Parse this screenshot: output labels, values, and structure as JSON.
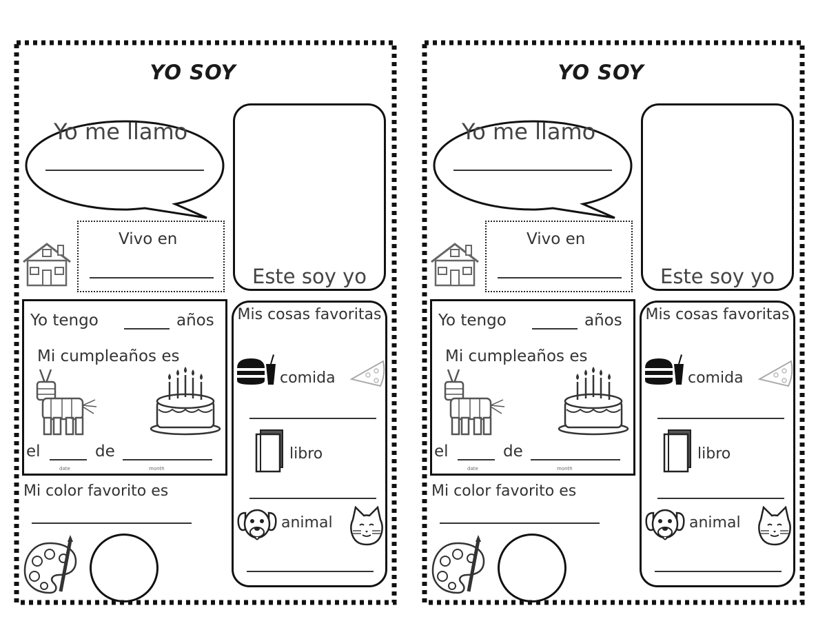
{
  "cards": [
    {
      "title": "YO SOY",
      "name_prompt": "Yo me llamo",
      "photo_caption": "Este soy yo",
      "live_prompt": "Vivo en",
      "age_prefix": "Yo tengo",
      "age_suffix": "años",
      "birthday_prompt": "Mi cumpleaños es",
      "birthday_el": "el",
      "birthday_de": "de",
      "caption_date": "date",
      "caption_month": "month",
      "color_prompt": "Mi color favorito es",
      "favorites_title": "Mis cosas favoritas",
      "food_label": "comida",
      "book_label": "libro",
      "animal_label": "animal"
    },
    {
      "title": "YO SOY",
      "name_prompt": "Yo me llamo",
      "photo_caption": "Este soy yo",
      "live_prompt": "Vivo en",
      "age_prefix": "Yo tengo",
      "age_suffix": "años",
      "birthday_prompt": "Mi cumpleaños es",
      "birthday_el": "el",
      "birthday_de": "de",
      "caption_date": "date",
      "caption_month": "month",
      "color_prompt": "Mi color favorito es",
      "favorites_title": "Mis cosas favoritas",
      "food_label": "comida",
      "book_label": "libro",
      "animal_label": "animal"
    }
  ],
  "colors": {
    "ink": "#111111",
    "text": "#333333",
    "paper": "#ffffff"
  }
}
